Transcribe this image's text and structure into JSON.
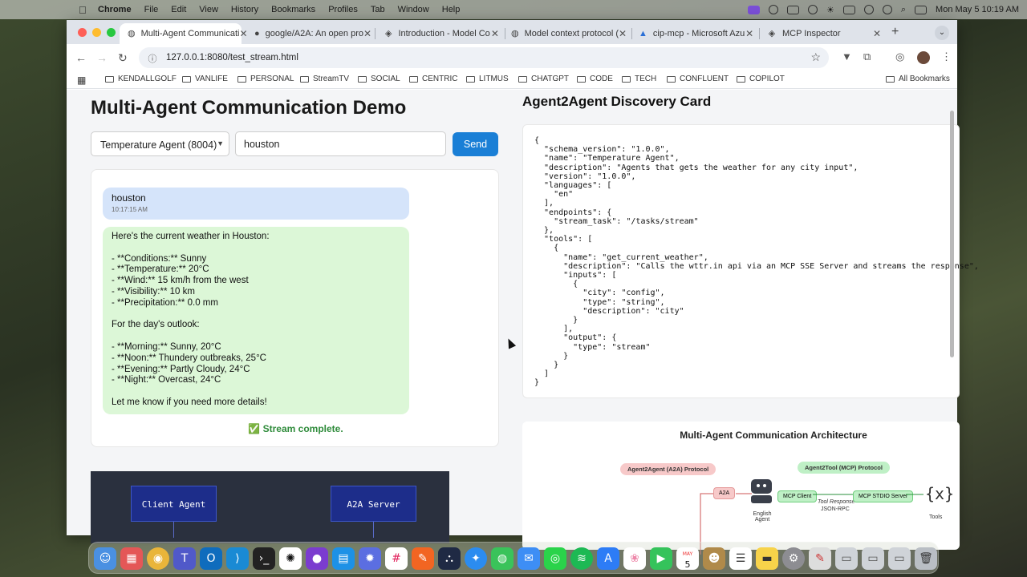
{
  "menubar": {
    "app": "Chrome",
    "menus": [
      "File",
      "Edit",
      "View",
      "History",
      "Bookmarks",
      "Profiles",
      "Tab",
      "Window",
      "Help"
    ],
    "datetime": "Mon May 5  10:19 AM"
  },
  "tabs": [
    {
      "label": "Multi-Agent Communicati",
      "icon": "globe-icon",
      "active": true
    },
    {
      "label": "google/A2A: An open pro",
      "icon": "github-icon",
      "active": false
    },
    {
      "label": "Introduction - Model Co",
      "icon": "mcp-icon",
      "active": false
    },
    {
      "label": "Model context protocol (",
      "icon": "globe-icon",
      "active": false
    },
    {
      "label": "cip-mcp - Microsoft Azu",
      "icon": "azure-icon",
      "active": false
    },
    {
      "label": "MCP Inspector",
      "icon": "mcp-icon",
      "active": false
    }
  ],
  "address": {
    "url": "127.0.0.1:8080/test_stream.html"
  },
  "bookmarks": [
    "KENDALLGOLF",
    "VANLIFE",
    "PERSONAL",
    "StreamTV",
    "SOCIAL",
    "CENTRIC",
    "LITMUS",
    "CHATGPT",
    "CODE",
    "TECH",
    "CONFLUENT",
    "COPILOT"
  ],
  "all_bookmarks": "All Bookmarks",
  "page": {
    "title": "Multi-Agent Communication Demo",
    "agent_select": "Temperature Agent (8004)",
    "message_value": "houston",
    "send_label": "Send",
    "user_message": {
      "text": "houston",
      "time": "10:17:15 AM"
    },
    "agent_response": [
      "Here's the current weather in Houston:",
      "",
      "- **Conditions:** Sunny",
      "- **Temperature:** 20°C",
      "- **Wind:** 15 km/h from the west",
      "- **Visibility:** 10 km",
      "- **Precipitation:** 0.0 mm",
      "",
      "For the day's outlook:",
      "",
      "- **Morning:** Sunny, 20°C",
      "- **Noon:** Thundery outbreaks, 25°C",
      "- **Evening:** Partly Cloudy, 24°C",
      "- **Night:** Overcast, 24°C",
      "",
      "Let me know if you need more details!"
    ],
    "stream_status": "✅ Stream complete.",
    "diagram": {
      "client_agent": "Client Agent",
      "a2a_server": "A2A Server"
    },
    "discovery_title": "Agent2Agent Discovery Card",
    "discovery_json": "{\n  \"schema_version\": \"1.0.0\",\n  \"name\": \"Temperature Agent\",\n  \"description\": \"Agents that gets the weather for any city input\",\n  \"version\": \"1.0.0\",\n  \"languages\": [\n    \"en\"\n  ],\n  \"endpoints\": {\n    \"stream_task\": \"/tasks/stream\"\n  },\n  \"tools\": [\n    {\n      \"name\": \"get_current_weather\",\n      \"description\": \"Calls the wttr.in api via an MCP SSE Server and streams the response\",\n      \"inputs\": [\n        {\n          \"city\": \"config\",\n          \"type\": \"string\",\n          \"description\": \"city\"\n        }\n      ],\n      \"output\": {\n        \"type\": \"stream\"\n      }\n    }\n  ]\n}",
    "architecture": {
      "title": "Multi-Agent Communication Architecture",
      "a2a_protocol": "Agent2Agent (A2A) Protocol",
      "mcp_protocol": "Agent2Tool (MCP) Protocol",
      "a2a_tag": "A2A",
      "agent_label": "English Agent",
      "mcp_client": "MCP Client",
      "tool_response": "Tool Response",
      "jsonrpc": "JSON-RPC",
      "mcp_stdio": "MCP STDIO Server",
      "tools_label": "Tools",
      "tools_symbol": "{x}"
    }
  },
  "dock": {
    "calendar_month": "MAY",
    "calendar_day": "5"
  }
}
